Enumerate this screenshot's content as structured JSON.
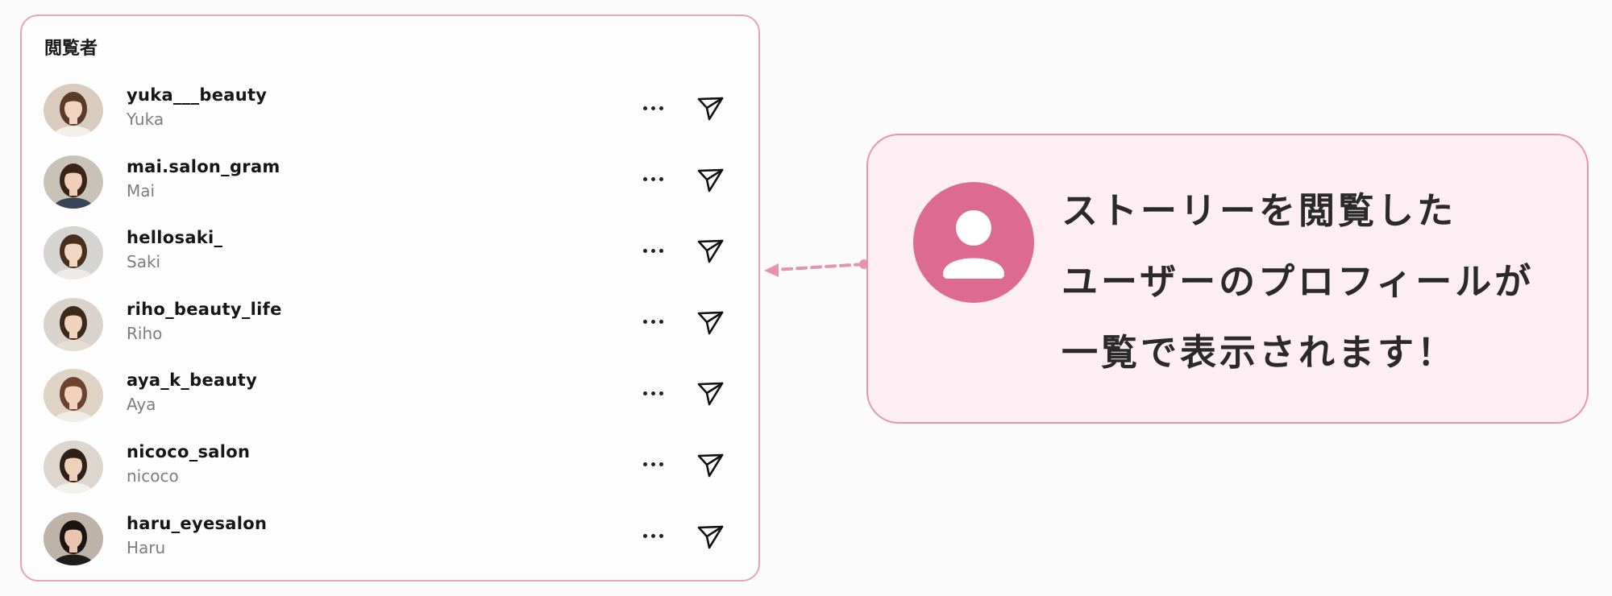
{
  "panel": {
    "title": "閲覧者",
    "viewers": [
      {
        "username": "yuka___beauty",
        "display_name": "Yuka",
        "more_icon": "more-horizontal-icon",
        "send_icon": "paper-plane-icon"
      },
      {
        "username": "mai.salon_gram",
        "display_name": "Mai",
        "more_icon": "more-horizontal-icon",
        "send_icon": "paper-plane-icon"
      },
      {
        "username": "hellosaki_",
        "display_name": "Saki",
        "more_icon": "more-horizontal-icon",
        "send_icon": "paper-plane-icon"
      },
      {
        "username": "riho_beauty_life",
        "display_name": "Riho",
        "more_icon": "more-horizontal-icon",
        "send_icon": "paper-plane-icon"
      },
      {
        "username": "aya_k_beauty",
        "display_name": "Aya",
        "more_icon": "more-horizontal-icon",
        "send_icon": "paper-plane-icon"
      },
      {
        "username": "nicoco_salon",
        "display_name": "nicoco",
        "more_icon": "more-horizontal-icon",
        "send_icon": "paper-plane-icon"
      },
      {
        "username": "haru_eyesalon",
        "display_name": "Haru",
        "more_icon": "more-horizontal-icon",
        "send_icon": "paper-plane-icon"
      }
    ]
  },
  "callout": {
    "icon": "user-icon",
    "lines": [
      "ストーリーを閲覧した",
      "ユーザーのプロフィールが",
      "一覧で表示されます！"
    ]
  },
  "colors": {
    "accent_pink": "#dd6a91",
    "panel_border": "#e8a1bb",
    "callout_bg": "#fdeef3",
    "callout_border": "#e693b1",
    "secondary_text": "#7d7d7d"
  }
}
